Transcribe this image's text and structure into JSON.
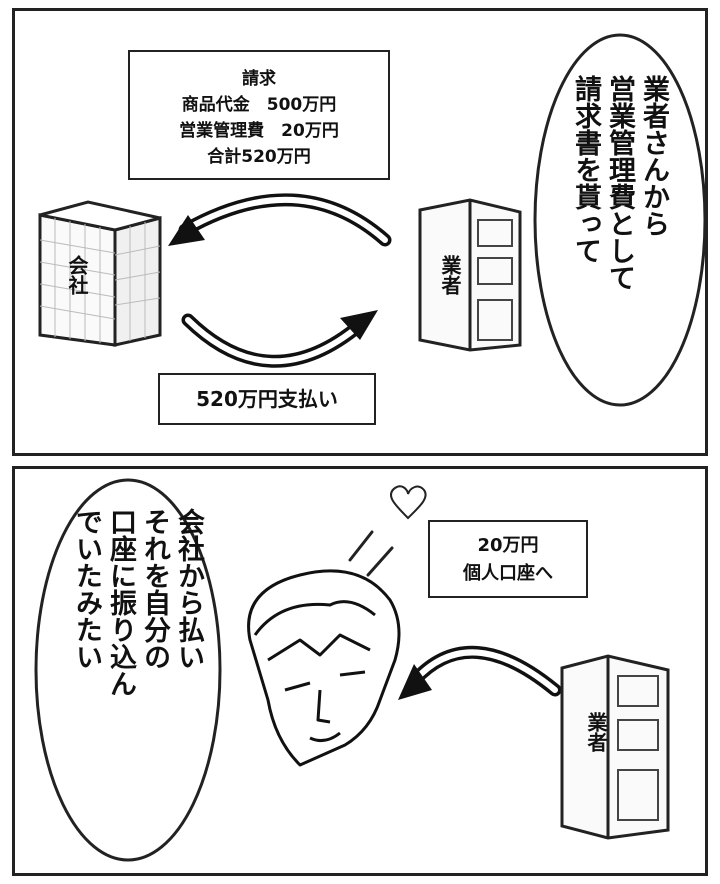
{
  "panel1": {
    "invoice_box": {
      "title": "請求",
      "line1": "商品代金　500万円",
      "line2": "営業管理費　20万円",
      "line3": "合計520万円"
    },
    "company_label": "会社",
    "vendor_label": "業者",
    "payment_box": "520万円支払い",
    "speech": [
      "業者さんから",
      "営業管理費として",
      "請求書を貰って"
    ]
  },
  "panel2": {
    "transfer_box": {
      "line1": "20万円",
      "line2": "個人口座へ"
    },
    "vendor_label": "業者",
    "speech": [
      "会社から払い",
      "それを自分の",
      "口座に振り込ん",
      "でいたみたい"
    ]
  }
}
